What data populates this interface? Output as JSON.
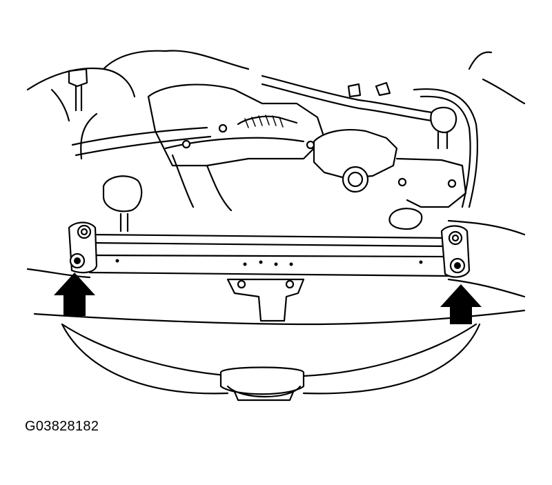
{
  "figure": {
    "code": "G03828182"
  },
  "components": [
    {
      "name": "left-radiator-mounting-bracket",
      "icon": "bracket"
    },
    {
      "name": "right-radiator-mounting-bracket",
      "icon": "bracket"
    },
    {
      "name": "left-location-arrow",
      "icon": "arrow-up-icon"
    },
    {
      "name": "right-location-arrow",
      "icon": "arrow-up-icon"
    }
  ]
}
